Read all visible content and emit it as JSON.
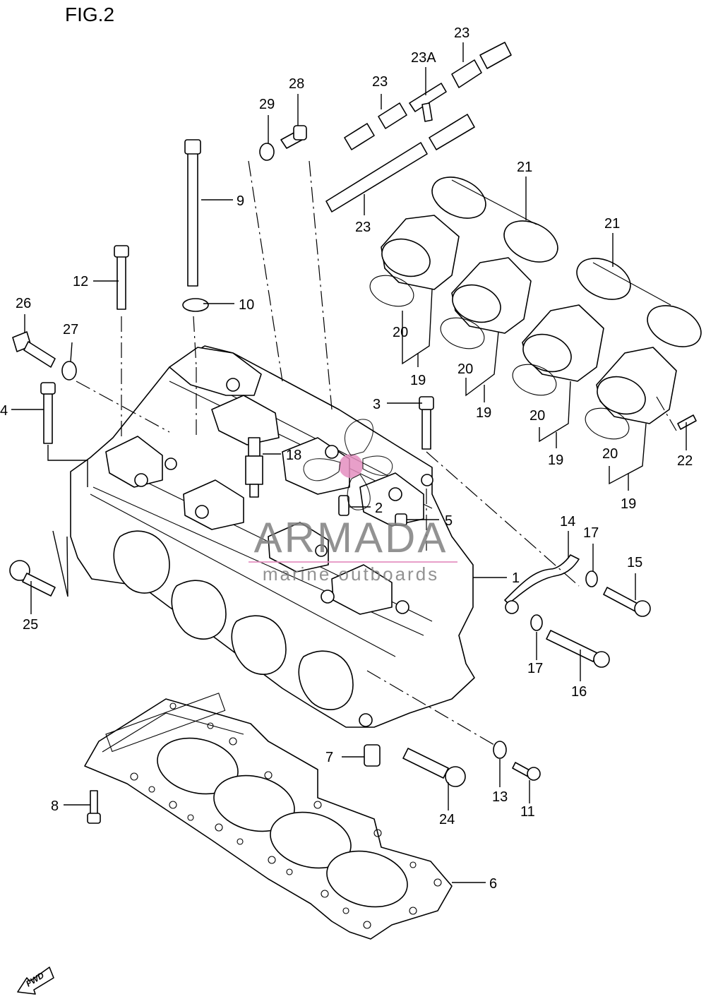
{
  "figure": {
    "title": "FIG.2",
    "fwd_label": "FWD"
  },
  "watermark": {
    "brand": "ARMADA",
    "tagline": "marine outboards",
    "accent_color": "#e58fc0",
    "text_color": "#808080"
  },
  "callouts": [
    {
      "id": "c1",
      "label": "1"
    },
    {
      "id": "c2",
      "label": "2"
    },
    {
      "id": "c3",
      "label": "3"
    },
    {
      "id": "c4",
      "label": "4"
    },
    {
      "id": "c5",
      "label": "5"
    },
    {
      "id": "c6",
      "label": "6"
    },
    {
      "id": "c7",
      "label": "7"
    },
    {
      "id": "c8",
      "label": "8"
    },
    {
      "id": "c9",
      "label": "9"
    },
    {
      "id": "c10",
      "label": "10"
    },
    {
      "id": "c11",
      "label": "11"
    },
    {
      "id": "c12",
      "label": "12"
    },
    {
      "id": "c13",
      "label": "13"
    },
    {
      "id": "c14",
      "label": "14"
    },
    {
      "id": "c15",
      "label": "15"
    },
    {
      "id": "c16",
      "label": "16"
    },
    {
      "id": "c17a",
      "label": "17"
    },
    {
      "id": "c17b",
      "label": "17"
    },
    {
      "id": "c18",
      "label": "18"
    },
    {
      "id": "c19a",
      "label": "19"
    },
    {
      "id": "c19b",
      "label": "19"
    },
    {
      "id": "c19c",
      "label": "19"
    },
    {
      "id": "c19d",
      "label": "19"
    },
    {
      "id": "c20a",
      "label": "20"
    },
    {
      "id": "c20b",
      "label": "20"
    },
    {
      "id": "c20c",
      "label": "20"
    },
    {
      "id": "c20d",
      "label": "20"
    },
    {
      "id": "c21a",
      "label": "21"
    },
    {
      "id": "c21b",
      "label": "21"
    },
    {
      "id": "c22",
      "label": "22"
    },
    {
      "id": "c23a",
      "label": "23"
    },
    {
      "id": "c23b",
      "label": "23"
    },
    {
      "id": "c23c",
      "label": "23"
    },
    {
      "id": "c23A",
      "label": "23A"
    },
    {
      "id": "c24",
      "label": "24"
    },
    {
      "id": "c25",
      "label": "25"
    },
    {
      "id": "c26",
      "label": "26"
    },
    {
      "id": "c27",
      "label": "27"
    },
    {
      "id": "c28",
      "label": "28"
    },
    {
      "id": "c29",
      "label": "29"
    }
  ]
}
